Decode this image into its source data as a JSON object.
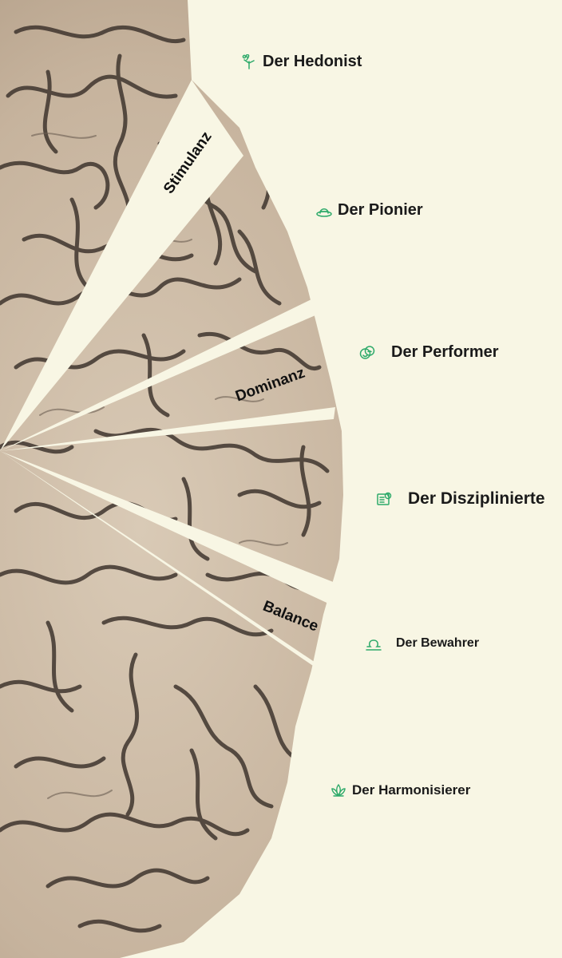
{
  "tiers": [
    {
      "label": "Stimulanz"
    },
    {
      "label": "Dominanz"
    },
    {
      "label": "Balance"
    }
  ],
  "types": [
    {
      "label": "Der Hedonist",
      "icon": "juggler-icon"
    },
    {
      "label": "Der Pionier",
      "icon": "explorer-hat-icon"
    },
    {
      "label": "Der Performer",
      "icon": "theater-masks-icon"
    },
    {
      "label": "Der Disziplinierte",
      "icon": "planner-clock-icon"
    },
    {
      "label": "Der Bewahrer",
      "icon": "libra-icon"
    },
    {
      "label": "Der Harmonisierer",
      "icon": "lotus-icon"
    }
  ],
  "colors": {
    "background": "#f8f6e4",
    "brain": "#c9b8a4",
    "sulci": "#3f352e",
    "icon_accent": "#2eaa6a"
  }
}
